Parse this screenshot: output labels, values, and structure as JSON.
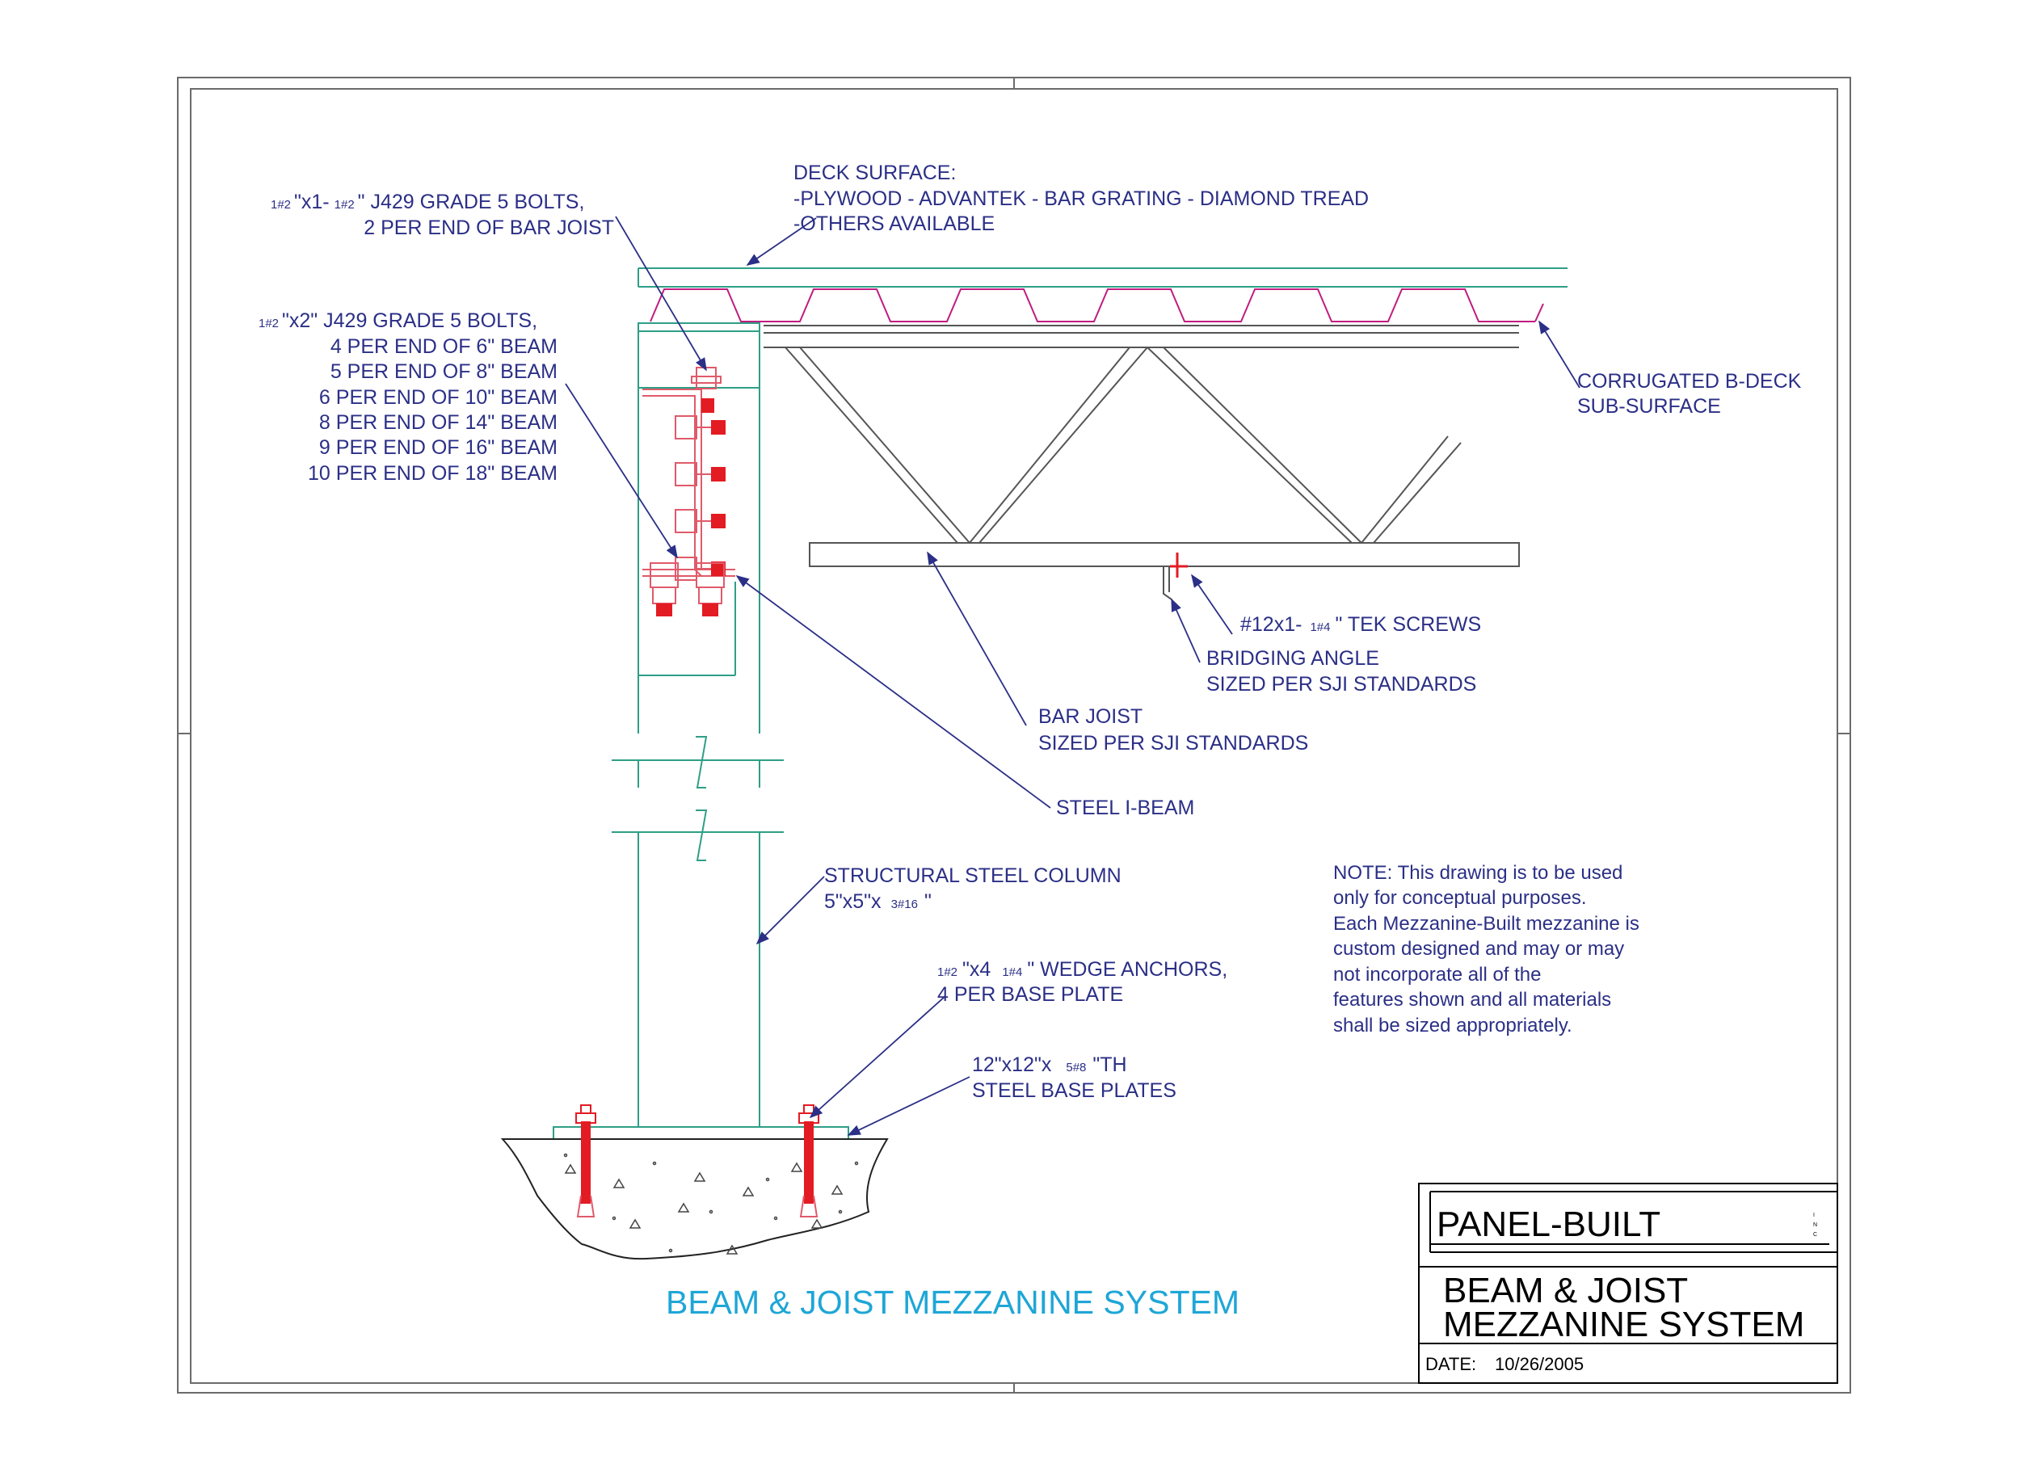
{
  "colors": {
    "frame": "#6b6b6b",
    "steel": "#2e9f86",
    "steel_pink": "#e05a6a",
    "deck": "#c01c7f",
    "bolt": "#e31b23",
    "label": "#2b2f86",
    "title": "#1ea6d6",
    "leader": "#2b2f86"
  },
  "labels": {
    "joist_bolts": {
      "frac1": "1#2",
      "p1": "\"x1-",
      "frac2": "1#2",
      "p2": "\" J429 GRADE 5 BOLTS,",
      "line2": "2 PER END OF BAR JOIST"
    },
    "beam_bolts": {
      "frac": "1#2",
      "p1": "\"x2\" J429 GRADE 5 BOLTS,",
      "lines": [
        "4 PER END OF 6\" BEAM",
        "5 PER END OF 8\" BEAM",
        "6 PER END OF 10\" BEAM",
        "8 PER END OF 14\" BEAM",
        "9 PER END OF 16\" BEAM",
        "10 PER END OF 18\" BEAM"
      ]
    },
    "deck_surface": [
      "DECK SURFACE:",
      "-PLYWOOD - ADVANTEK - BAR GRATING - DIAMOND TREAD",
      "-OTHERS AVAILABLE"
    ],
    "corrugated": [
      "CORRUGATED B-DECK",
      "SUB-SURFACE"
    ],
    "tek_screws": {
      "p1": "#12x1-",
      "frac": "1#4",
      "p2": "\" TEK SCREWS"
    },
    "bridging": [
      "BRIDGING ANGLE",
      "SIZED PER SJI STANDARDS"
    ],
    "bar_joist": [
      "BAR JOIST",
      "SIZED PER SJI STANDARDS"
    ],
    "ibeam": "STEEL I-BEAM",
    "column": {
      "line1": "STRUCTURAL STEEL COLUMN",
      "p1": "5\"x5\"x",
      "frac": "3#16",
      "p2": "\""
    },
    "anchors": {
      "frac1": "1#2",
      "p1": "\"x4",
      "frac2": "1#4",
      "p2": "\" WEDGE ANCHORS,",
      "line2": "4 PER BASE PLATE"
    },
    "base_plate": {
      "p1": "12\"x12\"x",
      "frac": "5#8",
      "p2": "\"TH",
      "line2": "STEEL BASE PLATES"
    },
    "note": [
      "NOTE: This drawing is to be used",
      "only for conceptual purposes.",
      "Each Mezzanine-Built mezzanine is",
      "custom designed and may or may",
      "not incorporate all of the",
      "features shown and all materials",
      "shall be sized appropriately."
    ]
  },
  "drawing_title": "BEAM & JOIST MEZZANINE SYSTEM",
  "title_block": {
    "company": "PANEL-BUILT",
    "inc": [
      "I",
      "N",
      "C"
    ],
    "title_line1": "BEAM & JOIST",
    "title_line2": "MEZZANINE SYSTEM",
    "date_label": "DATE:",
    "date_value": "10/26/2005"
  }
}
